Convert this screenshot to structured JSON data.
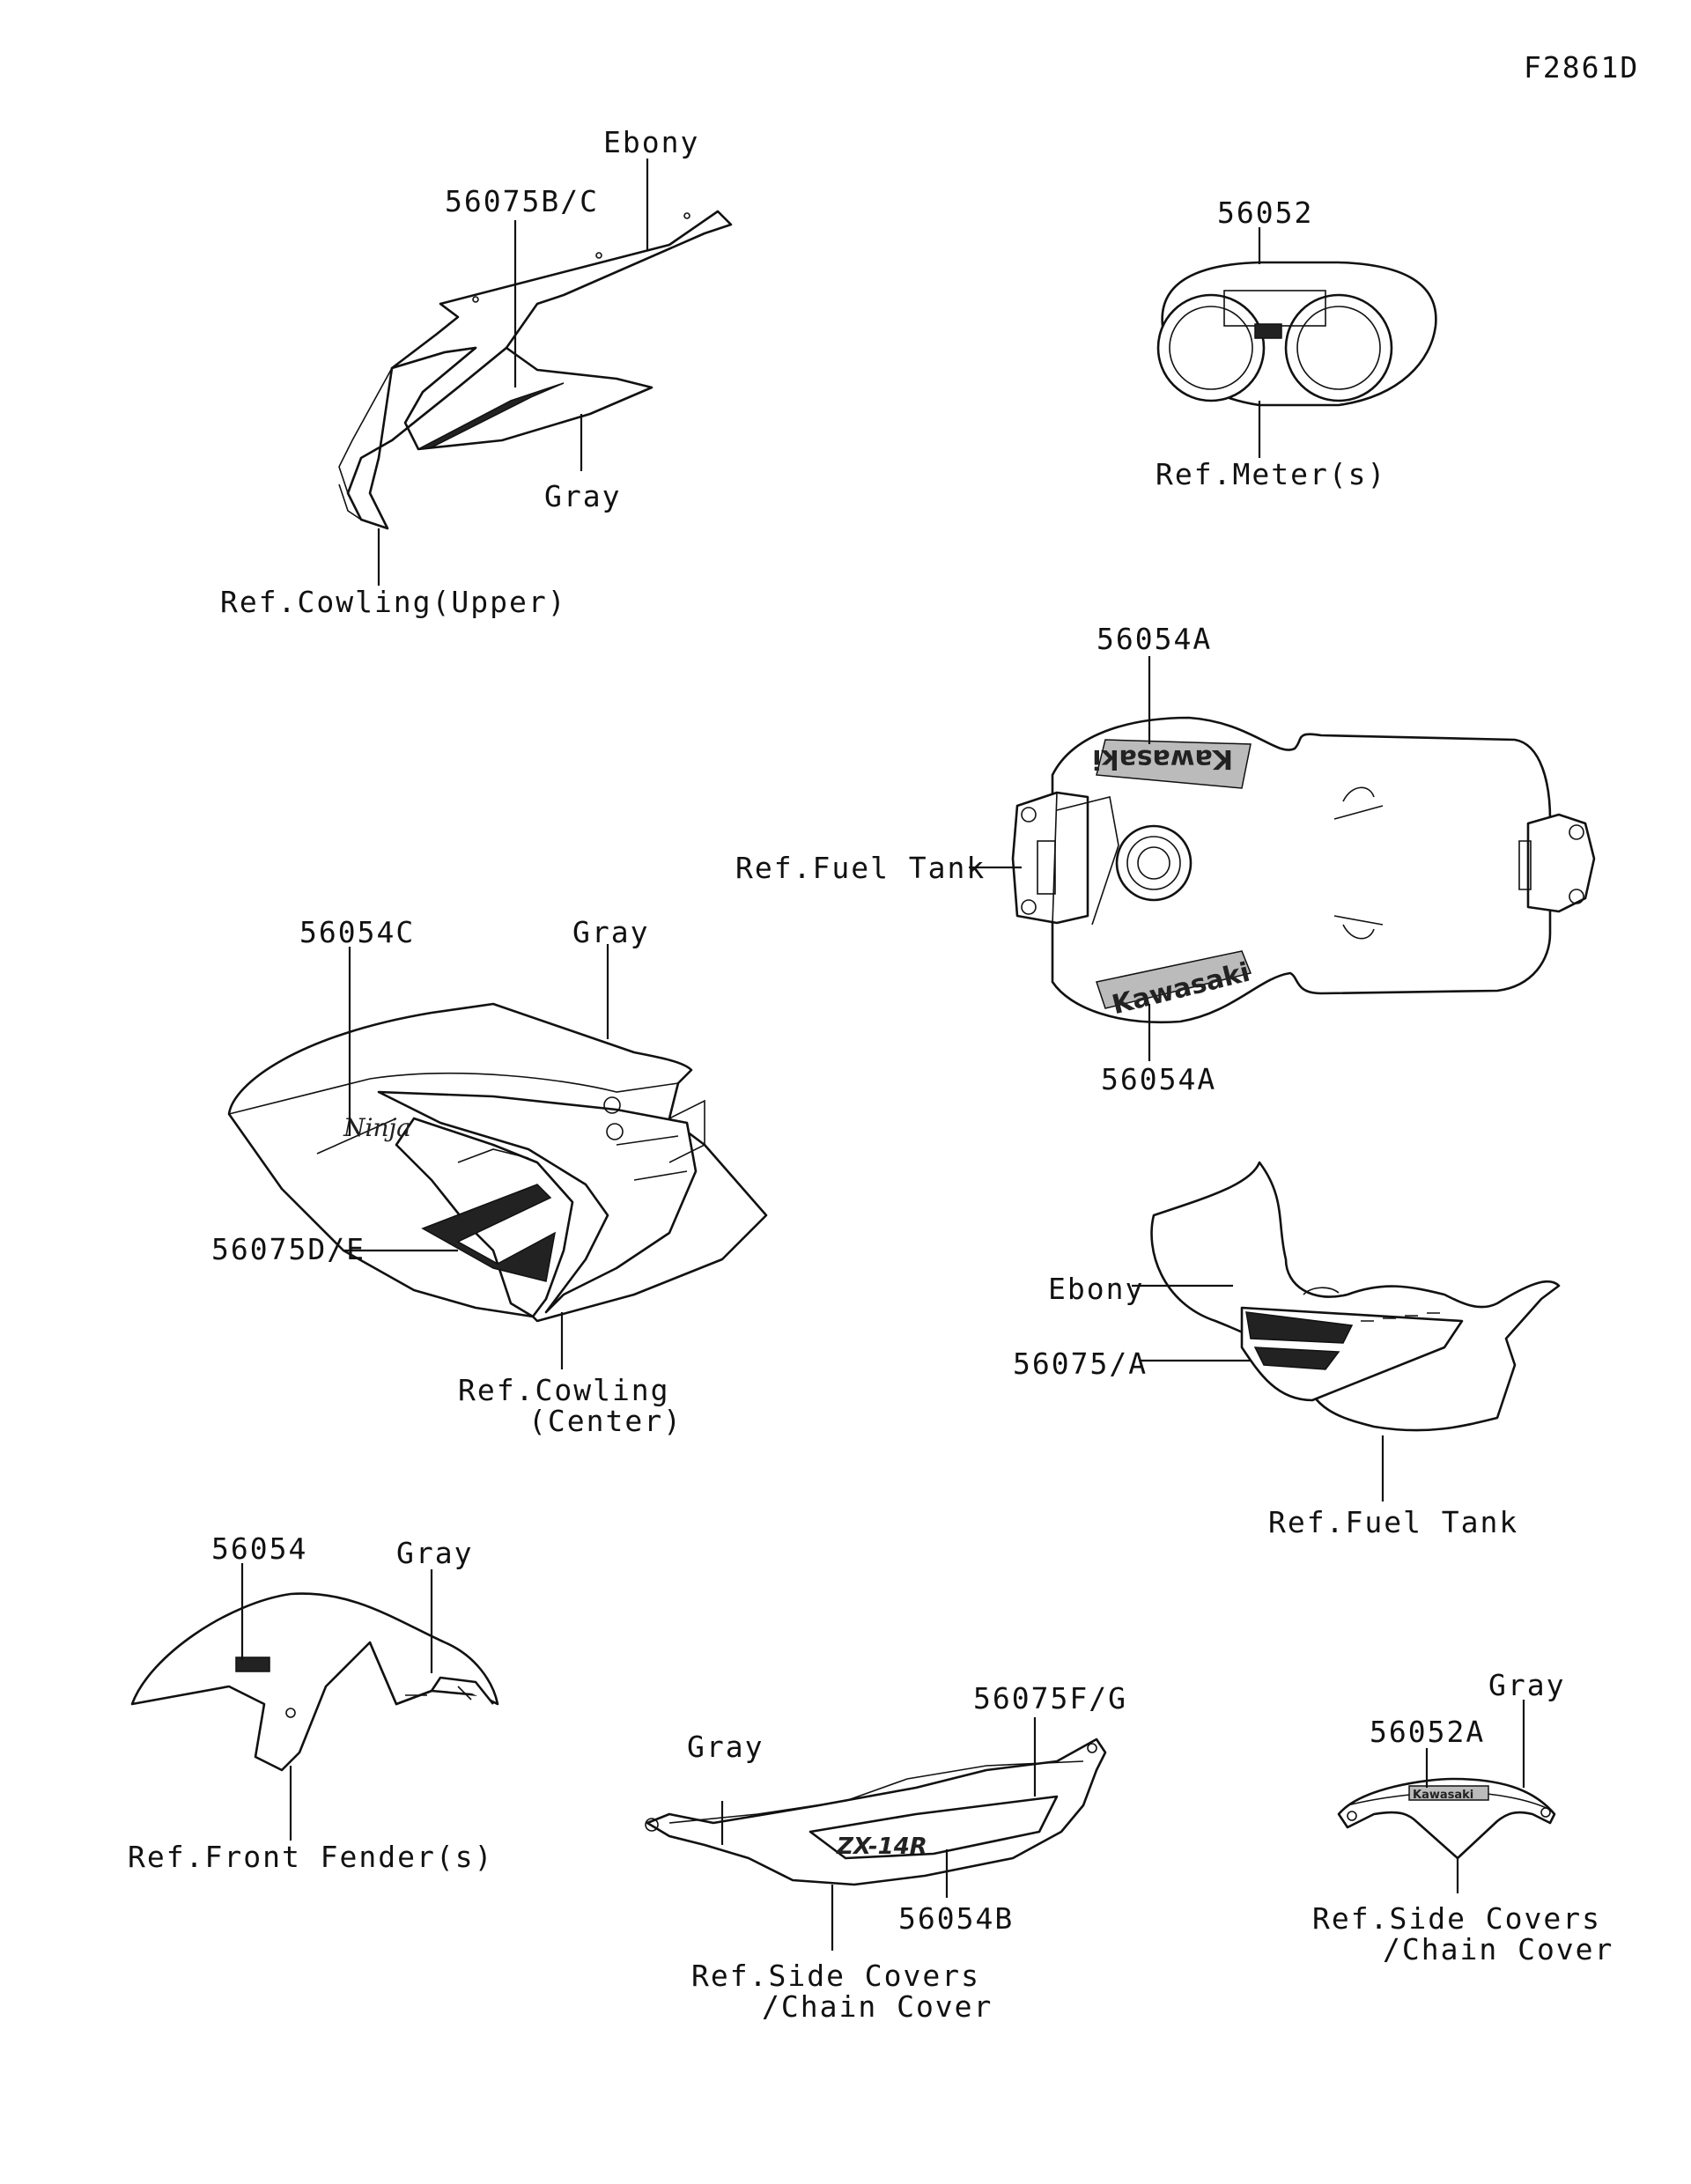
{
  "figure_code": "F2861D",
  "groups": {
    "upper_cowling": {
      "part_number": "56075B/C",
      "color_label_1": "Ebony",
      "color_label_2": "Gray",
      "reference": "Ref.Cowling(Upper)"
    },
    "meter": {
      "part_number": "56052",
      "reference": "Ref.Meter(s)"
    },
    "fuel_tank_top": {
      "part_number_top": "56054A",
      "part_number_bottom": "56054A",
      "reference": "Ref.Fuel Tank",
      "decal_text": "Kawasaki"
    },
    "center_cowling": {
      "part_number_1": "56054C",
      "part_number_2": "56075D/E",
      "color_label": "Gray",
      "reference_line_1": "Ref.Cowling",
      "reference_line_2": "(Center)"
    },
    "fuel_tank_side": {
      "color_label": "Ebony",
      "part_number": "56075/A",
      "reference": "Ref.Fuel Tank"
    },
    "front_fender": {
      "part_number": "56054",
      "color_label": "Gray",
      "reference": "Ref.Front Fender(s)"
    },
    "side_cover": {
      "part_number_1": "56075F/G",
      "part_number_2": "56054B",
      "color_label": "Gray",
      "reference_line_1": "Ref.Side Covers",
      "reference_line_2": "/Chain Cover"
    },
    "chain_cover": {
      "part_number": "56052A",
      "color_label": "Gray",
      "reference_line_1": "Ref.Side Covers",
      "reference_line_2": "/Chain Cover",
      "decal_text": "Kawasaki"
    }
  }
}
